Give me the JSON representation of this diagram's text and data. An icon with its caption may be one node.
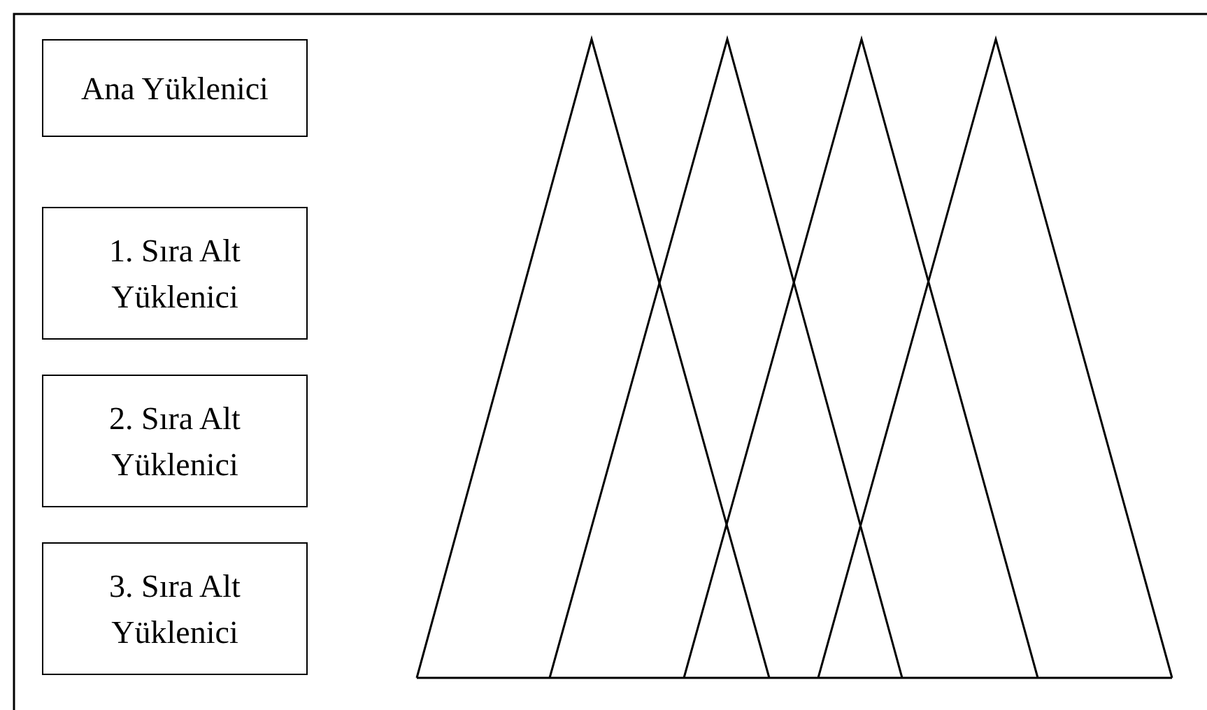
{
  "diagram": {
    "nodes": [
      {
        "text": [
          "Ana Yüklenici"
        ]
      },
      {
        "text": [
          "1. Sıra Alt Yüklenici"
        ]
      },
      {
        "text": [
          "2. Sıra Alt Yüklenici"
        ]
      },
      {
        "text": [
          "3. Sıra Alt Yüklenici"
        ]
      }
    ]
  }
}
